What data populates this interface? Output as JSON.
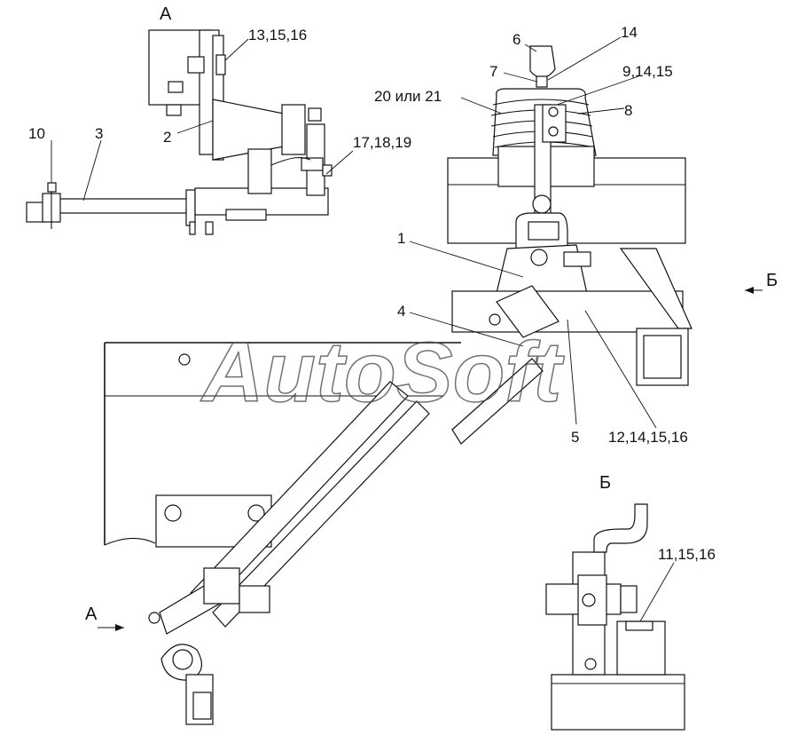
{
  "view_labels": {
    "view_a_title": "А",
    "view_b_title_top": "Б",
    "view_b_title": "Б",
    "view_a_arrow": "А"
  },
  "callouts": {
    "c1": "1",
    "c2": "2",
    "c3": "3",
    "c4": "4",
    "c5": "5",
    "c6": "6",
    "c7": "7",
    "c8": "8",
    "c9": "9,14,15",
    "c10": "10",
    "c11": "11,15,16",
    "c12": "12,14,15,16",
    "c13": "13,15,16",
    "c14": "14",
    "c17": "17,18,19",
    "c20": "20 или 21"
  },
  "watermark": "AutoSoft"
}
